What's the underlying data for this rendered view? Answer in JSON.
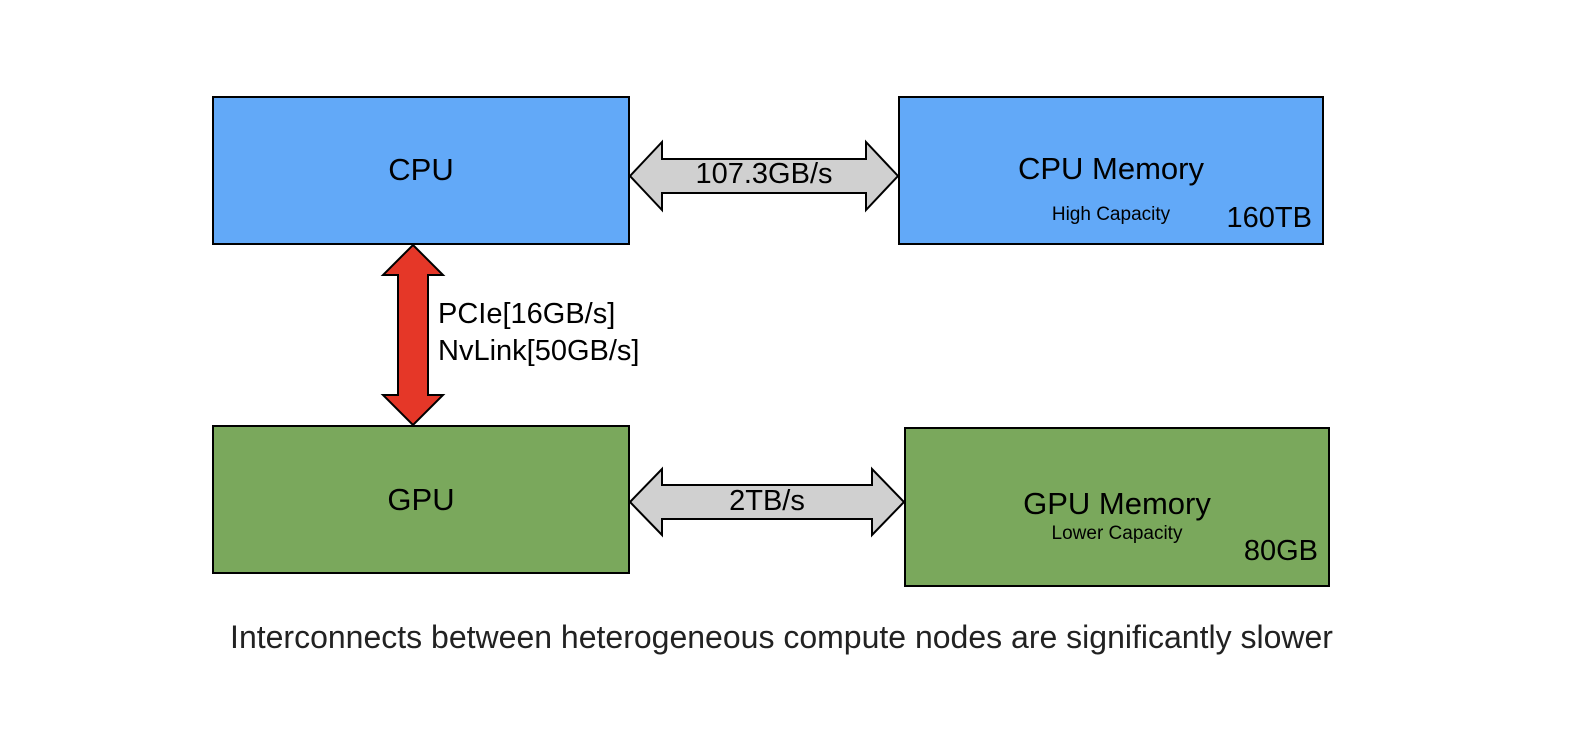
{
  "nodes": {
    "cpu": {
      "label": "CPU"
    },
    "gpu": {
      "label": "GPU"
    },
    "cpu_memory": {
      "label": "CPU Memory",
      "capacity_note": "High Capacity",
      "size": "160TB"
    },
    "gpu_memory": {
      "label": "GPU Memory",
      "capacity_note": "Lower Capacity",
      "size": "80GB"
    }
  },
  "links": {
    "cpu_to_cpu_memory": {
      "bandwidth": "107.3GB/s"
    },
    "gpu_to_gpu_memory": {
      "bandwidth": "2TB/s"
    },
    "cpu_to_gpu": {
      "line1": "PCIe[16GB/s]",
      "line2": "NvLink[50GB/s]"
    }
  },
  "caption": "Interconnects between heterogeneous compute nodes are significantly slower",
  "colors": {
    "cpu_fill": "#62a9f8",
    "gpu_fill": "#7aa85c",
    "memory_link_fill": "#d0d0d0",
    "cpu_gpu_link_fill": "#e53728",
    "stroke": "#000000"
  }
}
